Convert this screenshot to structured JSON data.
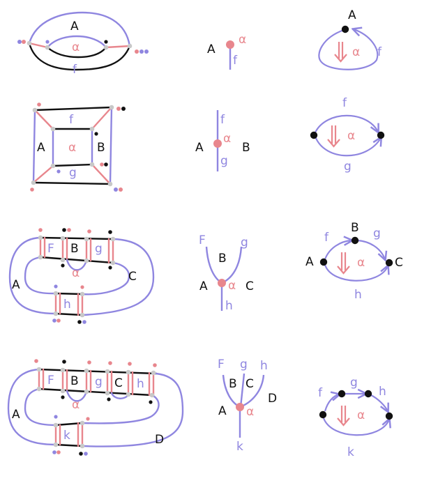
{
  "colors": {
    "black": "#111111",
    "pink": "#e8868d",
    "blue": "#8f86e0",
    "grey": "#c8c8c8"
  },
  "rows": [
    {
      "surface": {
        "labels": {
          "outer": "A",
          "cell": "α",
          "edge": "f"
        }
      },
      "string": {
        "labels": {
          "region_left": "A",
          "cell": "α",
          "wire": "f"
        }
      },
      "globe": {
        "labels": {
          "node": "A",
          "cell": "α",
          "arrow": "f"
        }
      }
    },
    {
      "surface": {
        "labels": {
          "top": "f",
          "left": "A",
          "cell": "α",
          "right": "B",
          "bottom": "g"
        }
      },
      "string": {
        "labels": {
          "wire_top": "f",
          "left": "A",
          "cell": "α",
          "right": "B",
          "wire_bottom": "g"
        }
      },
      "globe": {
        "labels": {
          "top": "f",
          "cell": "α",
          "bottom": "g"
        }
      }
    },
    {
      "surface": {
        "labels": {
          "f": "F",
          "b": "B",
          "g": "g",
          "cell": "α",
          "a": "A",
          "c": "C",
          "h": "h"
        }
      },
      "string": {
        "labels": {
          "f": "F",
          "g": "g",
          "b": "B",
          "a": "A",
          "cell": "α",
          "c": "C",
          "h": "h"
        }
      },
      "globe": {
        "labels": {
          "b": "B",
          "f": "f",
          "g": "g",
          "a": "A",
          "cell": "α",
          "c": "C",
          "h": "h"
        }
      }
    },
    {
      "surface": {
        "labels": {
          "f": "F",
          "b": "B",
          "g": "g",
          "c": "C",
          "h": "h",
          "cell": "α",
          "a": "A",
          "k": "k",
          "d": "D"
        }
      },
      "string": {
        "labels": {
          "f": "F",
          "g": "g",
          "h": "h",
          "b": "B",
          "c": "C",
          "d": "D",
          "a": "A",
          "cell": "α",
          "k": "k"
        }
      },
      "globe": {
        "labels": {
          "f": "f",
          "g": "g",
          "h": "h",
          "cell": "α",
          "k": "k"
        }
      }
    }
  ]
}
